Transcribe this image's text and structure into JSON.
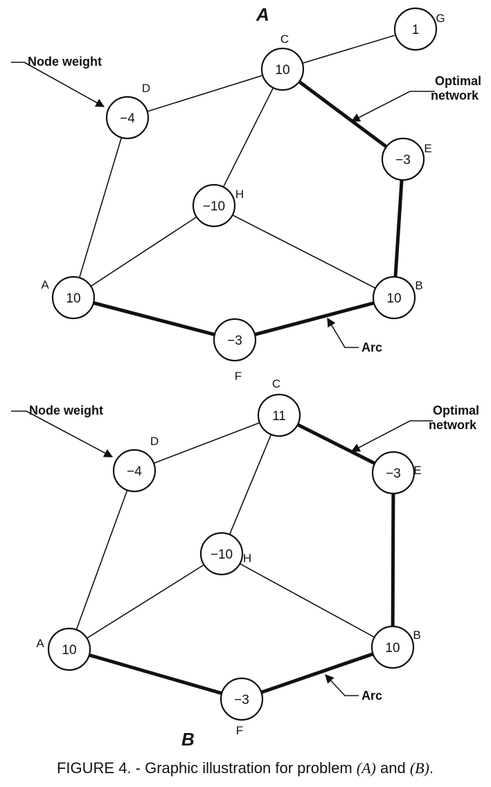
{
  "colors": {
    "ink": "#111111",
    "paper": "#ffffff"
  },
  "caption": {
    "prefix": "FIGURE 4. - Graphic illustration for problem ",
    "part_a": "(A)",
    "middle": " and ",
    "part_b": "(B)",
    "suffix": "."
  },
  "panels": [
    {
      "label": "A",
      "callouts": {
        "node_weight": "Node weight",
        "optimal_1": "Optimal",
        "optimal_2": "network",
        "arc": "Arc"
      },
      "nodes": [
        {
          "id": "G",
          "weight": "1"
        },
        {
          "id": "C",
          "weight": "10"
        },
        {
          "id": "D",
          "weight": "−4"
        },
        {
          "id": "E",
          "weight": "−3"
        },
        {
          "id": "H",
          "weight": "−10"
        },
        {
          "id": "A",
          "weight": "10"
        },
        {
          "id": "B",
          "weight": "10"
        },
        {
          "id": "F",
          "weight": "−3"
        }
      ],
      "edges": [
        {
          "from": "C",
          "to": "G",
          "optimal": false
        },
        {
          "from": "D",
          "to": "C",
          "optimal": false
        },
        {
          "from": "C",
          "to": "E",
          "optimal": true
        },
        {
          "from": "C",
          "to": "H",
          "optimal": false
        },
        {
          "from": "D",
          "to": "A",
          "optimal": false
        },
        {
          "from": "E",
          "to": "B",
          "optimal": true
        },
        {
          "from": "H",
          "to": "A",
          "optimal": false
        },
        {
          "from": "H",
          "to": "B",
          "optimal": false
        },
        {
          "from": "A",
          "to": "F",
          "optimal": true
        },
        {
          "from": "F",
          "to": "B",
          "optimal": true
        }
      ]
    },
    {
      "label": "B",
      "callouts": {
        "node_weight": "Node weight",
        "optimal_1": "Optimal",
        "optimal_2": "network",
        "arc": "Arc"
      },
      "nodes": [
        {
          "id": "C",
          "weight": "11"
        },
        {
          "id": "D",
          "weight": "−4"
        },
        {
          "id": "E",
          "weight": "−3"
        },
        {
          "id": "H",
          "weight": "−10"
        },
        {
          "id": "A",
          "weight": "10"
        },
        {
          "id": "B",
          "weight": "10"
        },
        {
          "id": "F",
          "weight": "−3"
        }
      ],
      "edges": [
        {
          "from": "D",
          "to": "C",
          "optimal": false
        },
        {
          "from": "C",
          "to": "E",
          "optimal": true
        },
        {
          "from": "C",
          "to": "H",
          "optimal": false
        },
        {
          "from": "D",
          "to": "A",
          "optimal": false
        },
        {
          "from": "E",
          "to": "B",
          "optimal": true
        },
        {
          "from": "H",
          "to": "A",
          "optimal": false
        },
        {
          "from": "H",
          "to": "B",
          "optimal": false
        },
        {
          "from": "A",
          "to": "F",
          "optimal": true
        },
        {
          "from": "F",
          "to": "B",
          "optimal": true
        }
      ]
    }
  ]
}
